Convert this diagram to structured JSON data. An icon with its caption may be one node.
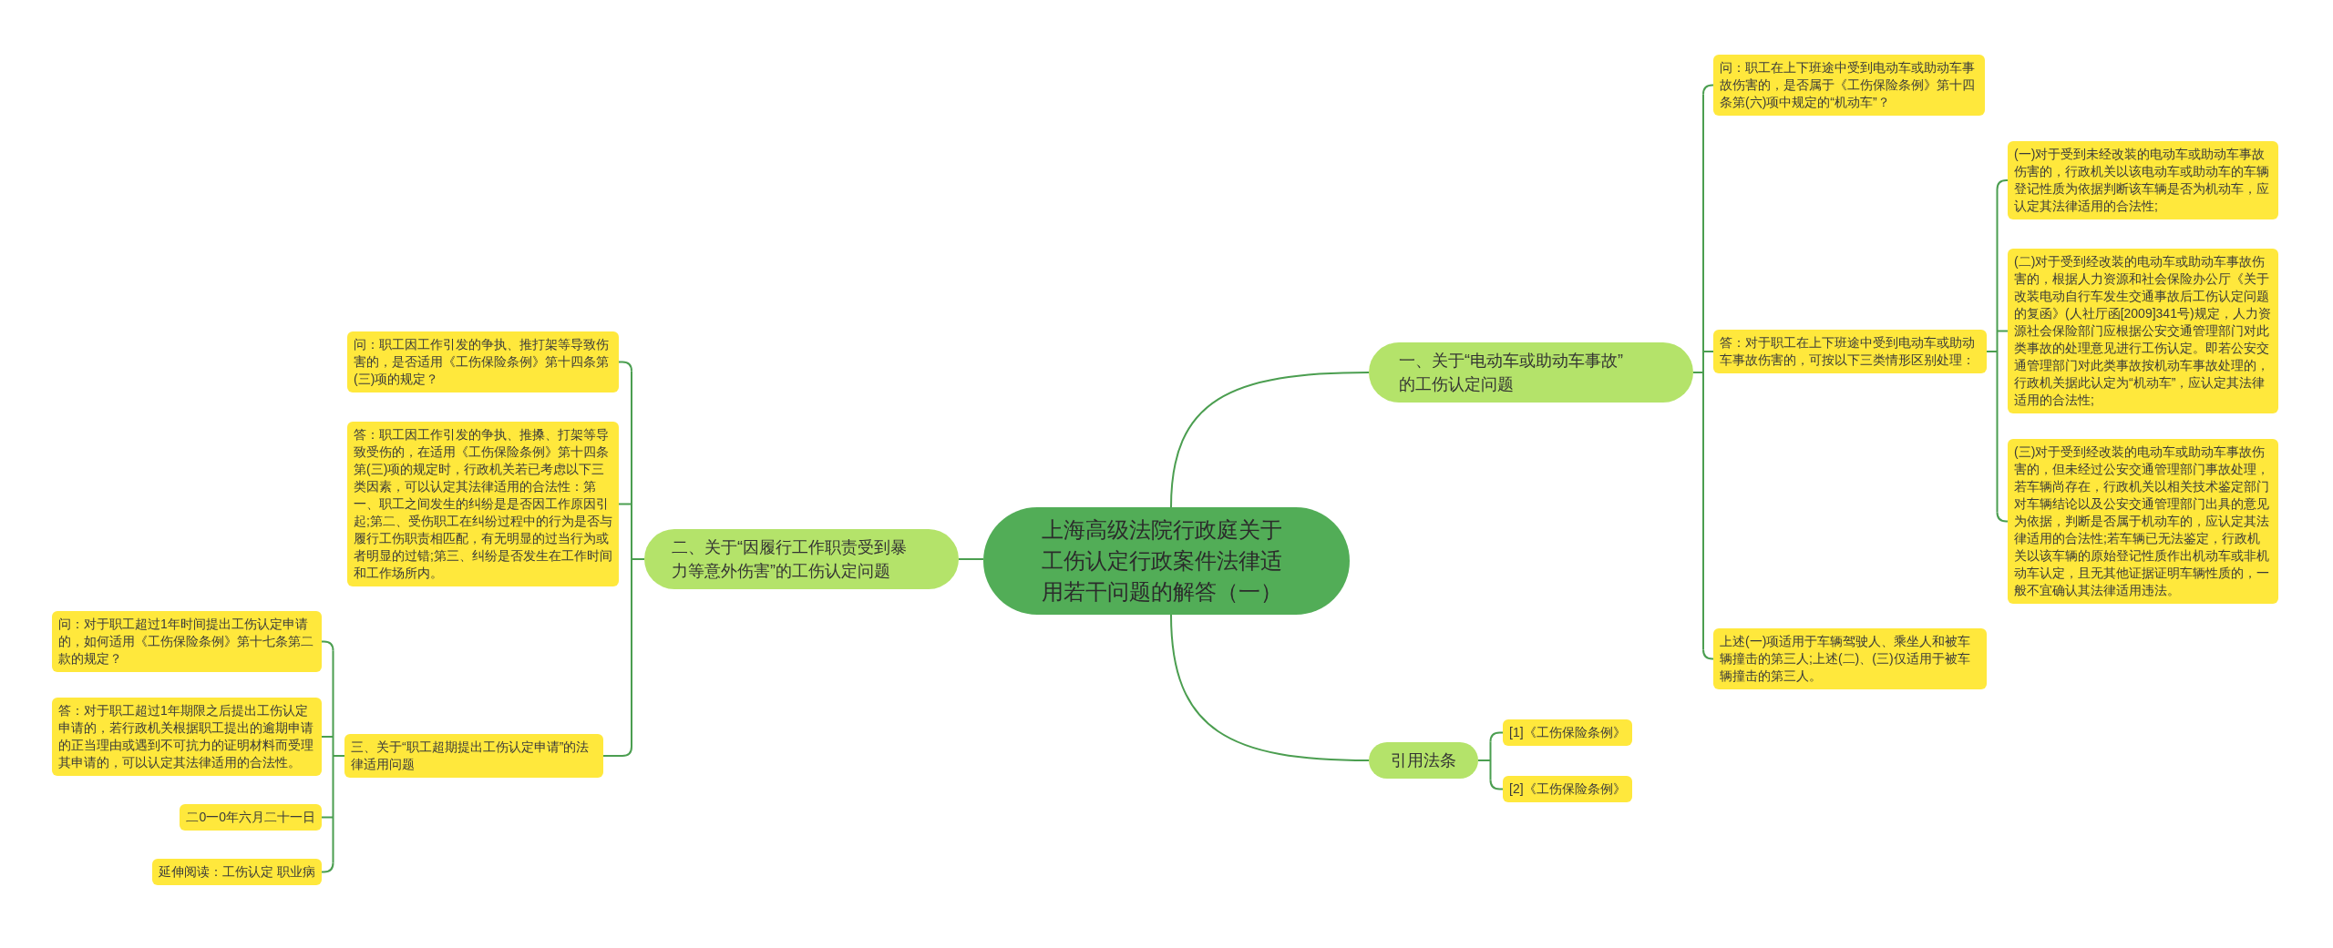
{
  "diagram": {
    "nodes": [
      {
        "text": [
          "上海高级法院行政庭关于工伤认定行政案件法律适用若干问题的解答（一）"
        ]
      },
      {
        "text": [
          "一、关于“电动车或助动车事故”的工伤认定问题"
        ]
      },
      {
        "text": [
          "问：职工在上下班途中受到电动车或助动车事故伤害的，是否属于《工伤保险条例》第十四条第(六)项中规定的“机动车”？"
        ]
      },
      {
        "text": [
          "答：对于职工在上下班途中受到电动车或助动车事故伤害的，可按以下三类情形区别处理："
        ]
      },
      {
        "text": [
          "(一)对于受到未经改装的电动车或助动车事故伤害的，行政机关以该电动车或助动车的车辆登记性质为依据判断该车辆是否为机动车，应认定其法律适用的合法性;"
        ]
      },
      {
        "text": [
          "(二)对于受到经改装的电动车或助动车事故伤害的，根据人力资源和社会保险办公厅《关于改装电动自行车发生交通事故后工伤认定问题的复函》(人社厅函[2009]341号)规定，人力资源社会保险部门应根据公安交通管理部门对此类事故的处理意见进行工伤认定。即若公安交通管理部门对此类事故按机动车事故处理的，行政机关据此认定为“机动车”，应认定其法律适用的合法性;"
        ]
      },
      {
        "text": [
          "(三)对于受到经改装的电动车或助动车事故伤害的，但未经过公安交通管理部门事故处理，若车辆尚存在，行政机关以相关技术鉴定部门对车辆结论以及公安交通管理部门出具的意见为依据，判断是否属于机动车的，应认定其法律适用的合法性;若车辆已无法鉴定，行政机关以该车辆的原始登记性质作出机动车或非机动车认定，且无其他证据证明车辆性质的，一般不宜确认其法律适用违法。"
        ]
      },
      {
        "text": [
          "上述(一)项适用于车辆驾驶人、乘坐人和被车辆撞击的第三人;上述(二)、(三)仅适用于被车辆撞击的第三人。"
        ]
      },
      {
        "text": [
          "引用法条"
        ]
      },
      {
        "text": [
          "[1]《工伤保险条例》"
        ]
      },
      {
        "text": [
          "[2]《工伤保险条例》"
        ]
      },
      {
        "text": [
          "二、关于“因履行工作职责受到暴力等意外伤害”的工伤认定问题"
        ]
      },
      {
        "text": [
          "问：职工因工作引发的争执、推打架等导致伤害的，是否适用《工伤保险条例》第十四条第(三)项的规定？"
        ]
      },
      {
        "text": [
          "答：职工因工作引发的争执、推搡、打架等导致受伤的，在适用《工伤保险条例》第十四条第(三)项的规定时，行政机关若已考虑以下三类因素，可以认定其法律适用的合法性：第一、职工之间发生的纠纷是是否因工作原因引起;第二、受伤职工在纠纷过程中的行为是否与履行工伤职责相匹配，有无明显的过当行为或者明显的过错;第三、纠纷是否发生在工作时间和工作场所内。"
        ]
      },
      {
        "text": [
          "三、关于“职工超期提出工伤认定申请”的法律适用问题"
        ]
      },
      {
        "text": [
          "问：对于职工超过1年时间提出工伤认定申请的，如何适用《工伤保险条例》第十七条第二款的规定？"
        ]
      },
      {
        "text": [
          "答：对于职工超过1年期限之后提出工伤认定申请的，若行政机关根据职工提出的逾期申请的正当理由或遇到不可抗力的证明材料而受理其申请的，可以认定其法律适用的合法性。"
        ]
      },
      {
        "text": [
          "二0一0年六月二十一日"
        ]
      },
      {
        "text": [
          "延伸阅读：工伤认定 职业病"
        ]
      }
    ],
    "edges": [
      {
        "from": 0,
        "to": 1,
        "arrow": "none"
      },
      {
        "from": 1,
        "to": 2,
        "arrow": "none"
      },
      {
        "from": 1,
        "to": 3,
        "arrow": "none"
      },
      {
        "from": 3,
        "to": 4,
        "arrow": "none"
      },
      {
        "from": 3,
        "to": 5,
        "arrow": "none"
      },
      {
        "from": 3,
        "to": 6,
        "arrow": "none"
      },
      {
        "from": 1,
        "to": 7,
        "arrow": "none"
      },
      {
        "from": 0,
        "to": 8,
        "arrow": "none"
      },
      {
        "from": 8,
        "to": 9,
        "arrow": "none"
      },
      {
        "from": 8,
        "to": 10,
        "arrow": "none"
      },
      {
        "from": 0,
        "to": 11,
        "arrow": "none"
      },
      {
        "from": 11,
        "to": 12,
        "arrow": "none"
      },
      {
        "from": 11,
        "to": 13,
        "arrow": "none"
      },
      {
        "from": 11,
        "to": 14,
        "arrow": "none"
      },
      {
        "from": 14,
        "to": 15,
        "arrow": "none"
      },
      {
        "from": 14,
        "to": 16,
        "arrow": "none"
      },
      {
        "from": 14,
        "to": 17,
        "arrow": "none"
      },
      {
        "from": 14,
        "to": 18,
        "arrow": "none"
      }
    ]
  }
}
